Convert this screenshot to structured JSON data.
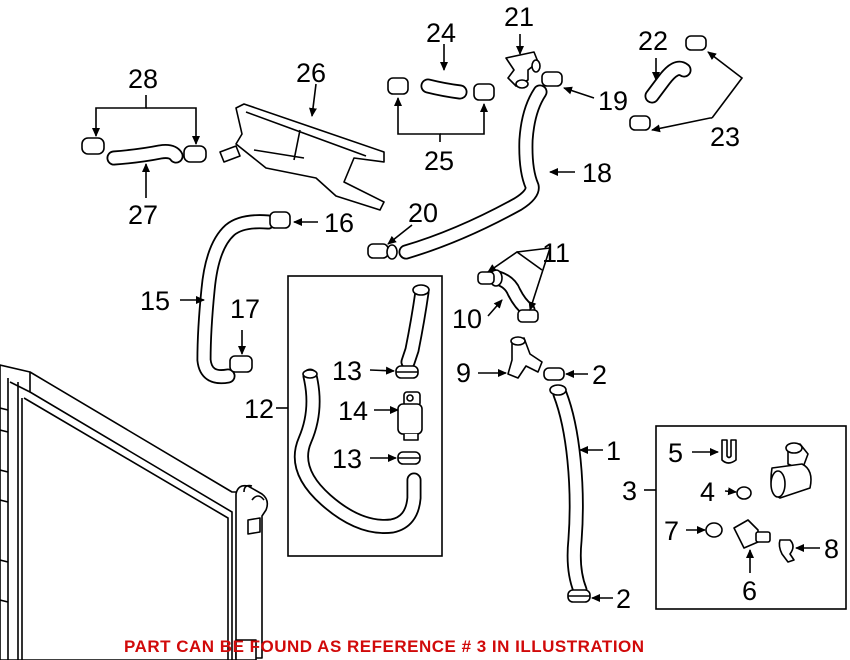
{
  "diagram": {
    "callouts": {
      "c1": "1",
      "c2a": "2",
      "c2b": "2",
      "c3": "3",
      "c4": "4",
      "c5": "5",
      "c6": "6",
      "c7": "7",
      "c8": "8",
      "c9": "9",
      "c10": "10",
      "c11": "11",
      "c12": "12",
      "c13a": "13",
      "c13b": "13",
      "c14": "14",
      "c15": "15",
      "c16": "16",
      "c17": "17",
      "c18": "18",
      "c19": "19",
      "c20": "20",
      "c21": "21",
      "c22": "22",
      "c23": "23",
      "c24": "24",
      "c25": "25",
      "c26": "26",
      "c27": "27",
      "c28": "28"
    },
    "caption": "PART CAN BE FOUND AS REFERENCE # 3 IN ILLUSTRATION",
    "colors": {
      "caption": "#d10a0a",
      "lines": "#000000",
      "background": "#ffffff"
    }
  }
}
